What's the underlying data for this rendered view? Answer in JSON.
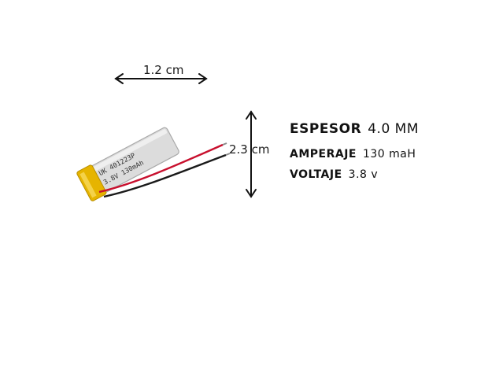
{
  "dimensions": {
    "width": "1.2 cm",
    "height": "2.3 cm"
  },
  "battery": {
    "label_line1": "UK  401223P",
    "label_line2": "3.8V 130mAh"
  },
  "specs": [
    {
      "label": "ESPESOR",
      "value": "4.0 MM"
    },
    {
      "label": "AMPERAJE",
      "value": "130 maH"
    },
    {
      "label": "VOLTAJE",
      "value": "3.8 v"
    }
  ],
  "colors": {
    "battery_body": "#dcdcdc",
    "battery_tab": "#e6b400",
    "wire_red": "#c8102e",
    "wire_black": "#1a1a1a",
    "arrow": "#111111"
  }
}
